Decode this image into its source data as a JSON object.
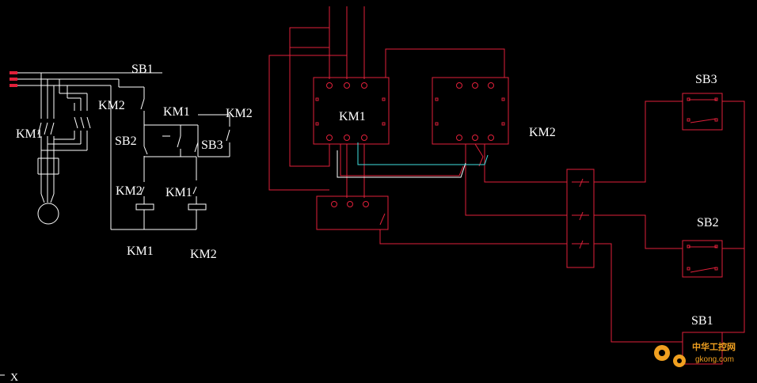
{
  "colors": {
    "background": "#000000",
    "wire": "#e0203a",
    "white_wire": "#ffffff",
    "cyan_wire": "#40e0e0",
    "text": "#ffffff",
    "watermark": "#f0a020"
  },
  "schematic": {
    "labels": {
      "sb1": "SB1",
      "km2_top": "KM2",
      "km1_mid": "KM1",
      "km2_right": "KM2",
      "km1_left": "KM1",
      "sb2": "SB2",
      "sb3": "SB3",
      "km2_interlock": "KM2",
      "km1_interlock": "KM1",
      "coil_km1": "KM1",
      "coil_km2": "KM2"
    }
  },
  "wiring": {
    "labels": {
      "km1_contactor": "KM1",
      "km2_contactor": "KM2",
      "sb3_button": "SB3",
      "sb2_button": "SB2",
      "sb1_button": "SB1"
    }
  },
  "ucs": {
    "axis_label": "X"
  },
  "watermark": {
    "site_name": "中华工控网",
    "domain": "gkong.com",
    "icon": "gear-icon"
  }
}
